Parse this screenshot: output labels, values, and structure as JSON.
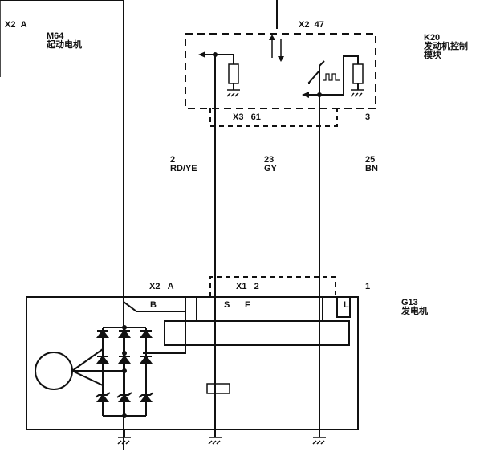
{
  "components": {
    "starter": {
      "connector": "X2",
      "pin": "A",
      "code": "M64",
      "name": "起动电机"
    },
    "ecm": {
      "code": "K20",
      "name_line1": "发动机控制",
      "name_line2": "模块",
      "top_connector": "X2",
      "top_pin": "47",
      "bottom_connector": "X3",
      "bottom_pin_1": "61",
      "bottom_pin_2": "3"
    },
    "generator": {
      "code": "G13",
      "name": "发电机",
      "connector_1": "X2",
      "pin_1": "A",
      "connector_2": "X1",
      "pin_2": "2",
      "pin_3": "1",
      "terminal_b": "B",
      "terminal_s": "S",
      "terminal_f": "F",
      "terminal_l": "L"
    }
  },
  "wires": [
    {
      "circuit": "2",
      "color": "RD/YE"
    },
    {
      "circuit": "23",
      "color": "GY"
    },
    {
      "circuit": "25",
      "color": "BN"
    }
  ]
}
